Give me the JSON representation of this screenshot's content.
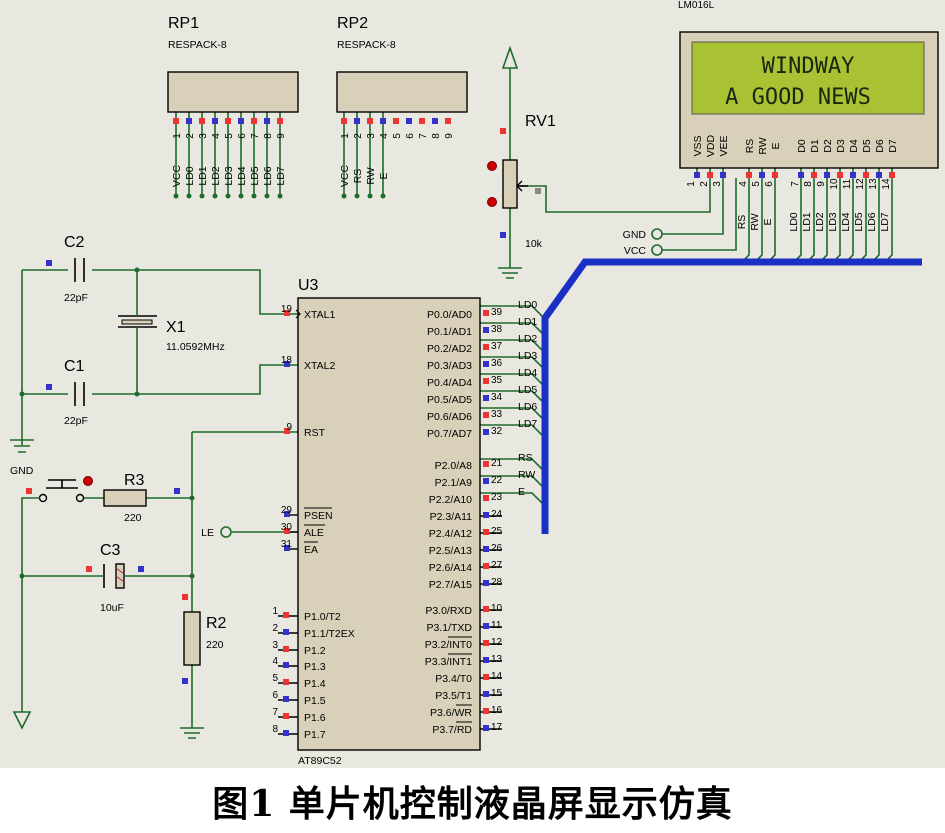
{
  "figure": {
    "caption": "图1 单片机控制液晶屏显示仿真"
  },
  "components": {
    "rp1": {
      "ref": "RP1",
      "value": "RESPACK-8",
      "pins": [
        "1",
        "2",
        "3",
        "4",
        "5",
        "6",
        "7",
        "8",
        "9"
      ],
      "nets": [
        "VCC",
        "LD0",
        "LD1",
        "LD2",
        "LD3",
        "LD4",
        "LD5",
        "LD6",
        "LD7"
      ]
    },
    "rp2": {
      "ref": "RP2",
      "value": "RESPACK-8",
      "pins": [
        "1",
        "2",
        "3",
        "4",
        "5",
        "6",
        "7",
        "8",
        "9"
      ],
      "nets": [
        "VCC",
        "RS",
        "RW",
        "E"
      ]
    },
    "rv1": {
      "ref": "RV1",
      "value": "10k"
    },
    "lcd": {
      "model": "LM016L",
      "line1": "WINDWAY",
      "line2": "A GOOD NEWS",
      "pin_labels": [
        "VSS",
        "VDD",
        "VEE",
        "RS",
        "RW",
        "E",
        "D0",
        "D1",
        "D2",
        "D3",
        "D4",
        "D5",
        "D6",
        "D7"
      ],
      "pin_numbers": [
        "1",
        "2",
        "3",
        "4",
        "5",
        "6",
        "7",
        "8",
        "9",
        "10",
        "11",
        "12",
        "13",
        "14"
      ],
      "net_labels": [
        "RS",
        "RW",
        "E",
        "LD0",
        "LD1",
        "LD2",
        "LD3",
        "LD4",
        "LD5",
        "LD6",
        "LD7"
      ]
    },
    "gnd_term": "GND",
    "vcc_term": "VCC",
    "c2": {
      "ref": "C2",
      "value": "22pF"
    },
    "c1": {
      "ref": "C1",
      "value": "22pF"
    },
    "x1": {
      "ref": "X1",
      "value": "11.0592MHz"
    },
    "u3": {
      "ref": "U3",
      "part": "AT89C52",
      "left_pins": [
        {
          "num": "19",
          "name": "XTAL1"
        },
        {
          "num": "18",
          "name": "XTAL2"
        },
        {
          "num": "9",
          "name": "RST"
        },
        {
          "num": "29",
          "name": "PSEN"
        },
        {
          "num": "30",
          "name": "ALE"
        },
        {
          "num": "31",
          "name": "EA"
        },
        {
          "num": "1",
          "name": "P1.0/T2"
        },
        {
          "num": "2",
          "name": "P1.1/T2EX"
        },
        {
          "num": "3",
          "name": "P1.2"
        },
        {
          "num": "4",
          "name": "P1.3"
        },
        {
          "num": "5",
          "name": "P1.4"
        },
        {
          "num": "6",
          "name": "P1.5"
        },
        {
          "num": "7",
          "name": "P1.6"
        },
        {
          "num": "8",
          "name": "P1.7"
        }
      ],
      "right_pins": [
        {
          "num": "39",
          "name": "P0.0/AD0"
        },
        {
          "num": "38",
          "name": "P0.1/AD1"
        },
        {
          "num": "37",
          "name": "P0.2/AD2"
        },
        {
          "num": "36",
          "name": "P0.3/AD3"
        },
        {
          "num": "35",
          "name": "P0.4/AD4"
        },
        {
          "num": "34",
          "name": "P0.5/AD5"
        },
        {
          "num": "33",
          "name": "P0.6/AD6"
        },
        {
          "num": "32",
          "name": "P0.7/AD7"
        },
        {
          "num": "21",
          "name": "P2.0/A8"
        },
        {
          "num": "22",
          "name": "P2.1/A9"
        },
        {
          "num": "23",
          "name": "P2.2/A10"
        },
        {
          "num": "24",
          "name": "P2.3/A11"
        },
        {
          "num": "25",
          "name": "P2.4/A12"
        },
        {
          "num": "26",
          "name": "P2.5/A13"
        },
        {
          "num": "27",
          "name": "P2.6/A14"
        },
        {
          "num": "28",
          "name": "P2.7/A15"
        },
        {
          "num": "10",
          "name": "P3.0/RXD"
        },
        {
          "num": "11",
          "name": "P3.1/TXD"
        },
        {
          "num": "12",
          "name": "P3.2/INT0"
        },
        {
          "num": "13",
          "name": "P3.3/INT1"
        },
        {
          "num": "14",
          "name": "P3.4/T0"
        },
        {
          "num": "15",
          "name": "P3.5/T1"
        },
        {
          "num": "16",
          "name": "P3.6/WR"
        },
        {
          "num": "17",
          "name": "P3.7/RD"
        }
      ],
      "right_nets": [
        "LD0",
        "LD1",
        "LD2",
        "LD3",
        "LD4",
        "LD5",
        "LD6",
        "LD7",
        "RS",
        "RW",
        "E"
      ]
    },
    "gnd_btn": "GND",
    "r3": {
      "ref": "R3",
      "value": "220"
    },
    "c3": {
      "ref": "C3",
      "value": "10uF"
    },
    "r2": {
      "ref": "R2",
      "value": "220"
    },
    "le": "LE"
  }
}
